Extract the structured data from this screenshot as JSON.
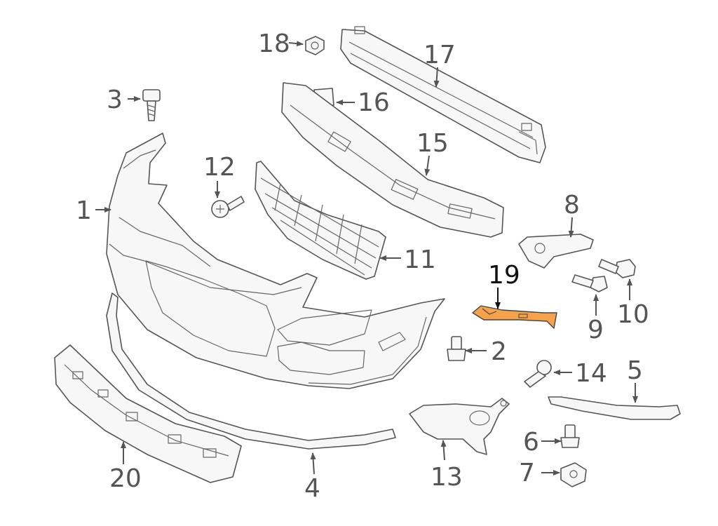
{
  "diagram": {
    "highlight_color": "#f5a24a",
    "line_color": "#555555",
    "highlighted_part": "19",
    "callouts": {
      "p1": "1",
      "p2": "2",
      "p3": "3",
      "p4": "4",
      "p5": "5",
      "p6": "6",
      "p7": "7",
      "p8": "8",
      "p9": "9",
      "p10": "10",
      "p11": "11",
      "p12": "12",
      "p13": "13",
      "p14": "14",
      "p15": "15",
      "p16": "16",
      "p17": "17",
      "p18": "18",
      "p19": "19",
      "p20": "20"
    }
  }
}
